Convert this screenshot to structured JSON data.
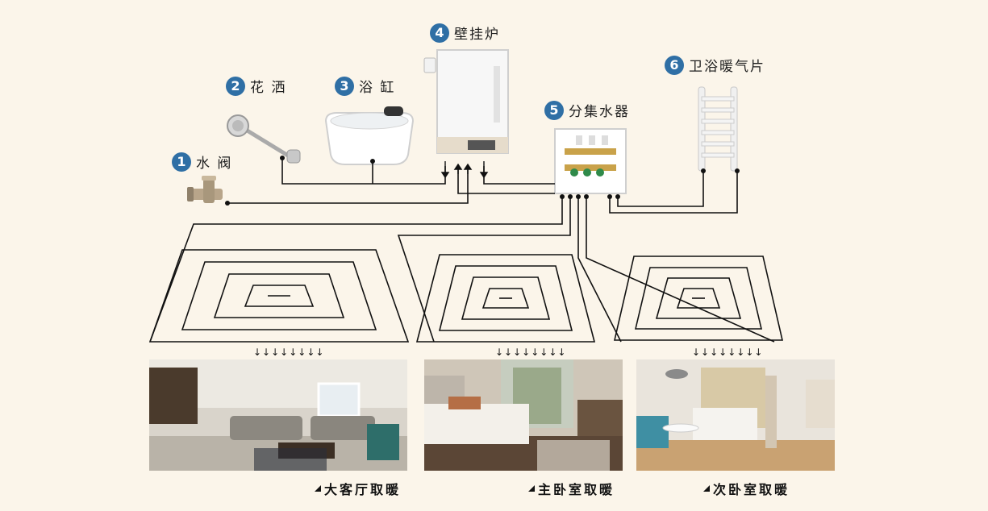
{
  "components": [
    {
      "num": "1",
      "name": "水 阀"
    },
    {
      "num": "2",
      "name": "花 洒"
    },
    {
      "num": "3",
      "name": "浴 缸"
    },
    {
      "num": "4",
      "name": "壁挂炉"
    },
    {
      "num": "5",
      "name": "分集水器"
    },
    {
      "num": "6",
      "name": "卫浴暖气片"
    }
  ],
  "rooms": [
    {
      "caption": "大客厅取暖",
      "arrows": "↓↓↓↓↓↓↓↓"
    },
    {
      "caption": "主卧室取暖",
      "arrows": "↓↓↓↓↓↓↓↓"
    },
    {
      "caption": "次卧室取暖",
      "arrows": "↓↓↓↓↓↓↓↓"
    }
  ],
  "colors": {
    "background": "#fbf5ea",
    "badge": "#2f6fa5",
    "pipe": "#111111"
  }
}
